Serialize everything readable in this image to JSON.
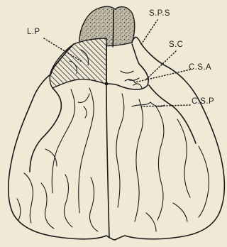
{
  "labels": {
    "lp": "L.P",
    "sps": "S.P.S",
    "sc": "S.C",
    "csa": "C.S.A",
    "csp": "C.S.P"
  }
}
